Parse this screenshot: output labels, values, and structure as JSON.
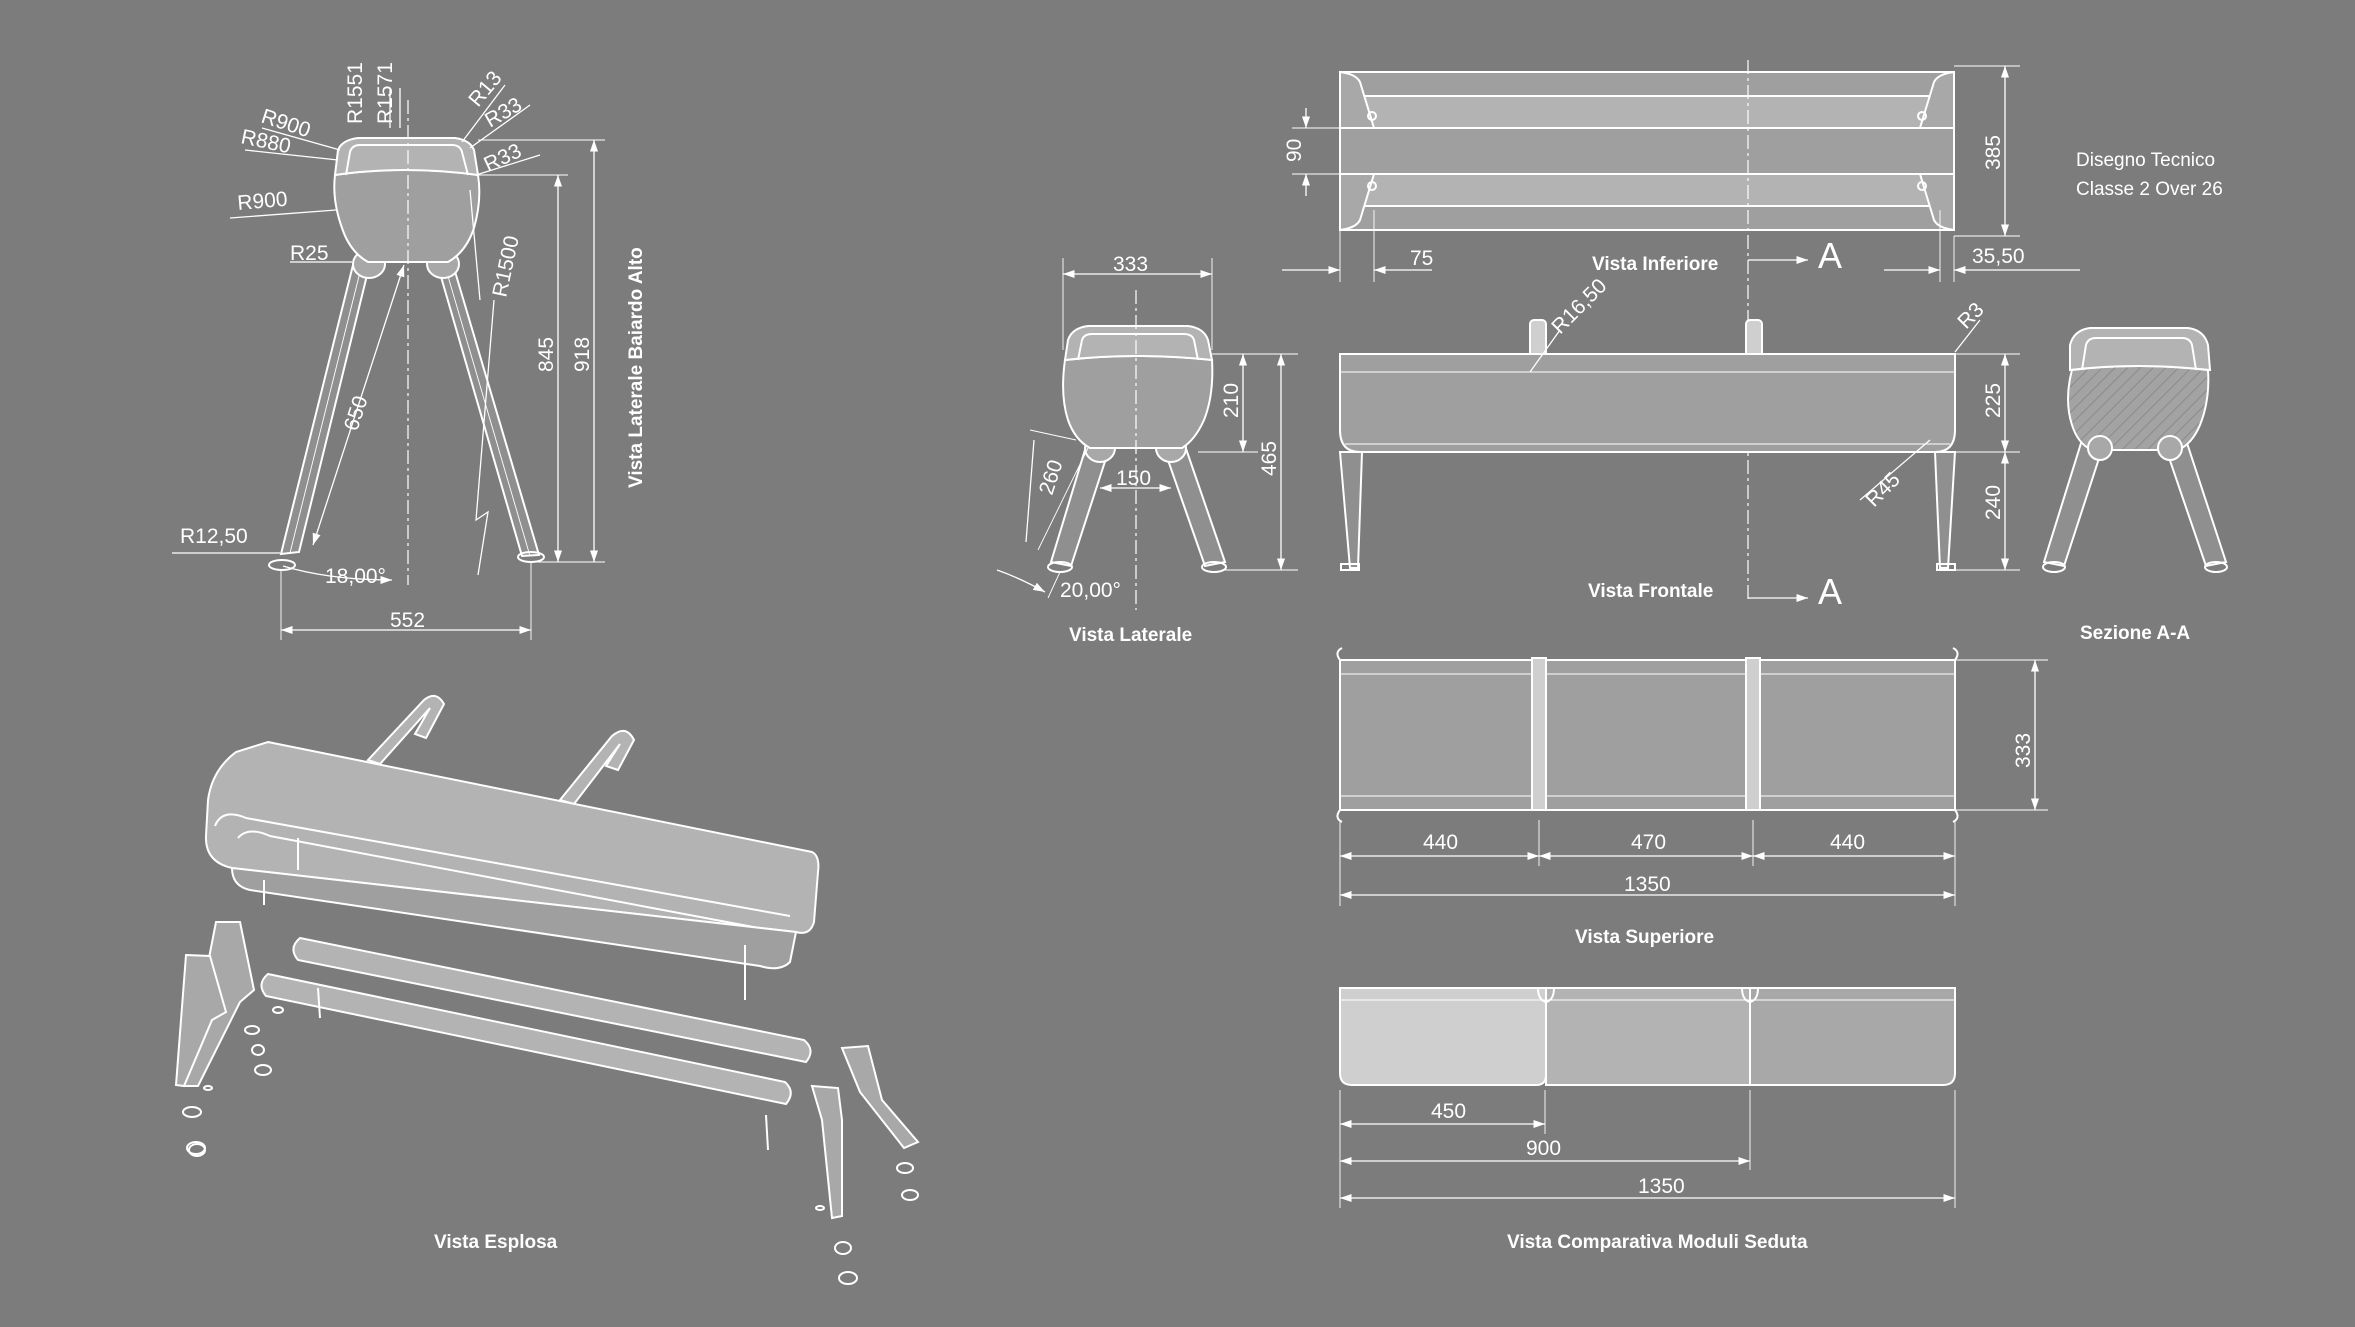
{
  "notes": {
    "line1": "Disegno Tecnico",
    "line2": "Classe 2 Over 26"
  },
  "captions": {
    "side_high": "Vista Laterale Baiardo Alto",
    "side": "Vista Laterale",
    "exploded": "Vista Esplosa",
    "bottom": "Vista Inferiore",
    "front": "Vista Frontale",
    "section": "Sezione A-A",
    "top": "Vista Superiore",
    "modules": "Vista Comparativa Moduli Seduta"
  },
  "section_marker": "A",
  "dims": {
    "side_high": {
      "r1551": "R1551",
      "r1571": "R1571",
      "r13": "R13",
      "r33a": "R33",
      "r33b": "R33",
      "r900a": "R900",
      "r880": "R880",
      "r900b": "R900",
      "r25": "R25",
      "r1500": "R1500",
      "h845": "845",
      "h918": "918",
      "l650": "650",
      "r1250": "R12,50",
      "ang18": "18,00°",
      "w552": "552"
    },
    "side": {
      "w333": "333",
      "h210": "210",
      "h465": "465",
      "l260": "260",
      "w150": "150",
      "ang20": "20,00°"
    },
    "bottom": {
      "h90": "90",
      "w75": "75",
      "h385": "385",
      "w3550": "35,50"
    },
    "front": {
      "r1650": "R16,50",
      "r3": "R3",
      "h225": "225",
      "h240": "240",
      "r45": "R45"
    },
    "top": {
      "w440a": "440",
      "w470": "470",
      "w440b": "440",
      "w1350": "1350",
      "h333": "333"
    },
    "modules": {
      "w450": "450",
      "w900": "900",
      "w1350": "1350"
    }
  },
  "colors": {
    "background": "#7c7c7c",
    "line": "#ffffff"
  }
}
